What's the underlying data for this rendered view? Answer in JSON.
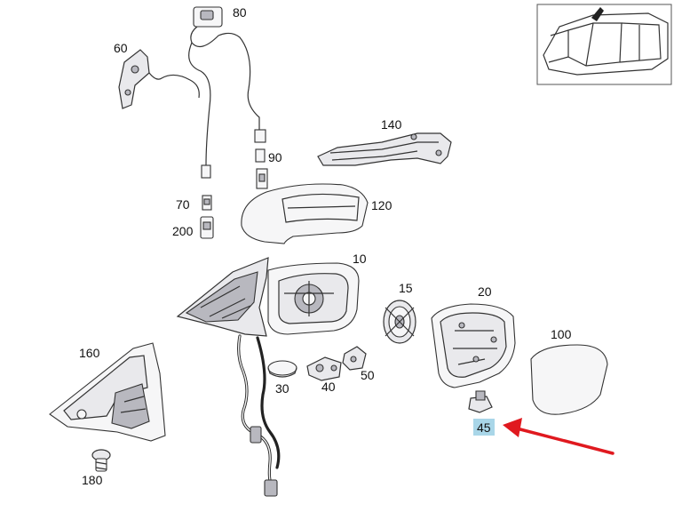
{
  "parts": {
    "p80": "80",
    "p60": "60",
    "p140": "140",
    "p90": "90",
    "p70": "70",
    "p120": "120",
    "p200": "200",
    "p10": "10",
    "p15": "15",
    "p20": "20",
    "p100": "100",
    "p160": "160",
    "p50": "50",
    "p30": "30",
    "p40": "40",
    "p45": "45",
    "p180": "180"
  },
  "highlight": {
    "part": "45",
    "box_color": "#a9d6e8",
    "arrow_color": "#e0191f"
  }
}
